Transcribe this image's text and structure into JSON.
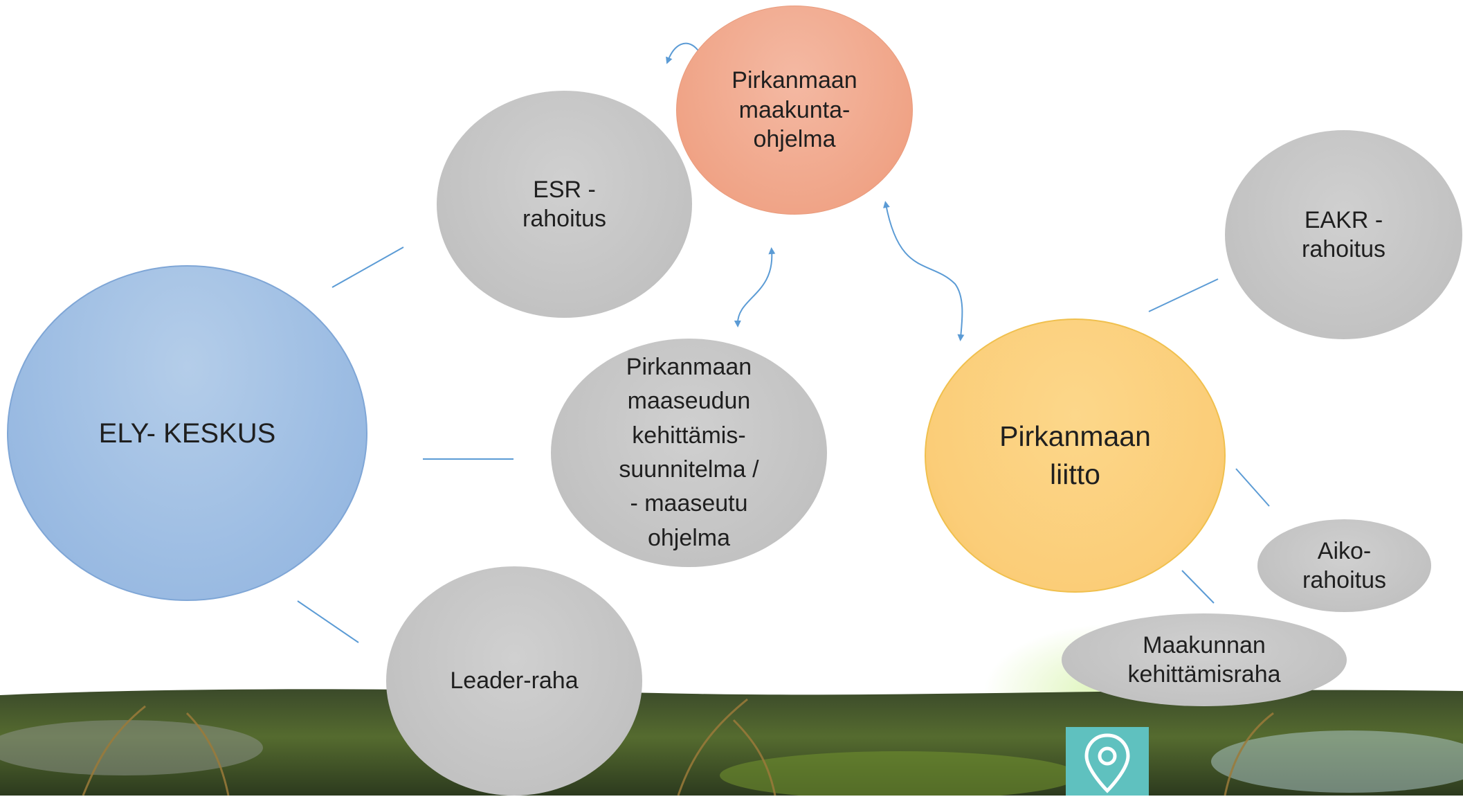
{
  "diagram": {
    "nodes": {
      "ely": "ELY- KESKUS",
      "esr": [
        "ESR -",
        "rahoitus"
      ],
      "maakuntaohjelma": [
        "Pirkanmaan",
        "maakunta-",
        "ohjelma"
      ],
      "maaseutu": [
        "Pirkanmaan",
        "maaseudun",
        "kehittämis-",
        "suunnitelma /",
        "- maaseutu",
        "ohjelma"
      ],
      "liitto": [
        "Pirkanmaan",
        "liitto"
      ],
      "eakr": [
        "EAKR -",
        "rahoitus"
      ],
      "aiko": [
        "Aiko-",
        "rahoitus"
      ],
      "maakunnan": [
        "Maakunnan",
        "kehittämisraha"
      ],
      "leader": "Leader-raha"
    },
    "colors": {
      "ely": "#9dbde3",
      "maakuntaohjelma": "#f0a487",
      "liitto": "#fbcd78",
      "grey": "#c4c4c4",
      "connector": "#5b9bd5"
    },
    "icons": {
      "footer": "location-pin-icon"
    }
  }
}
